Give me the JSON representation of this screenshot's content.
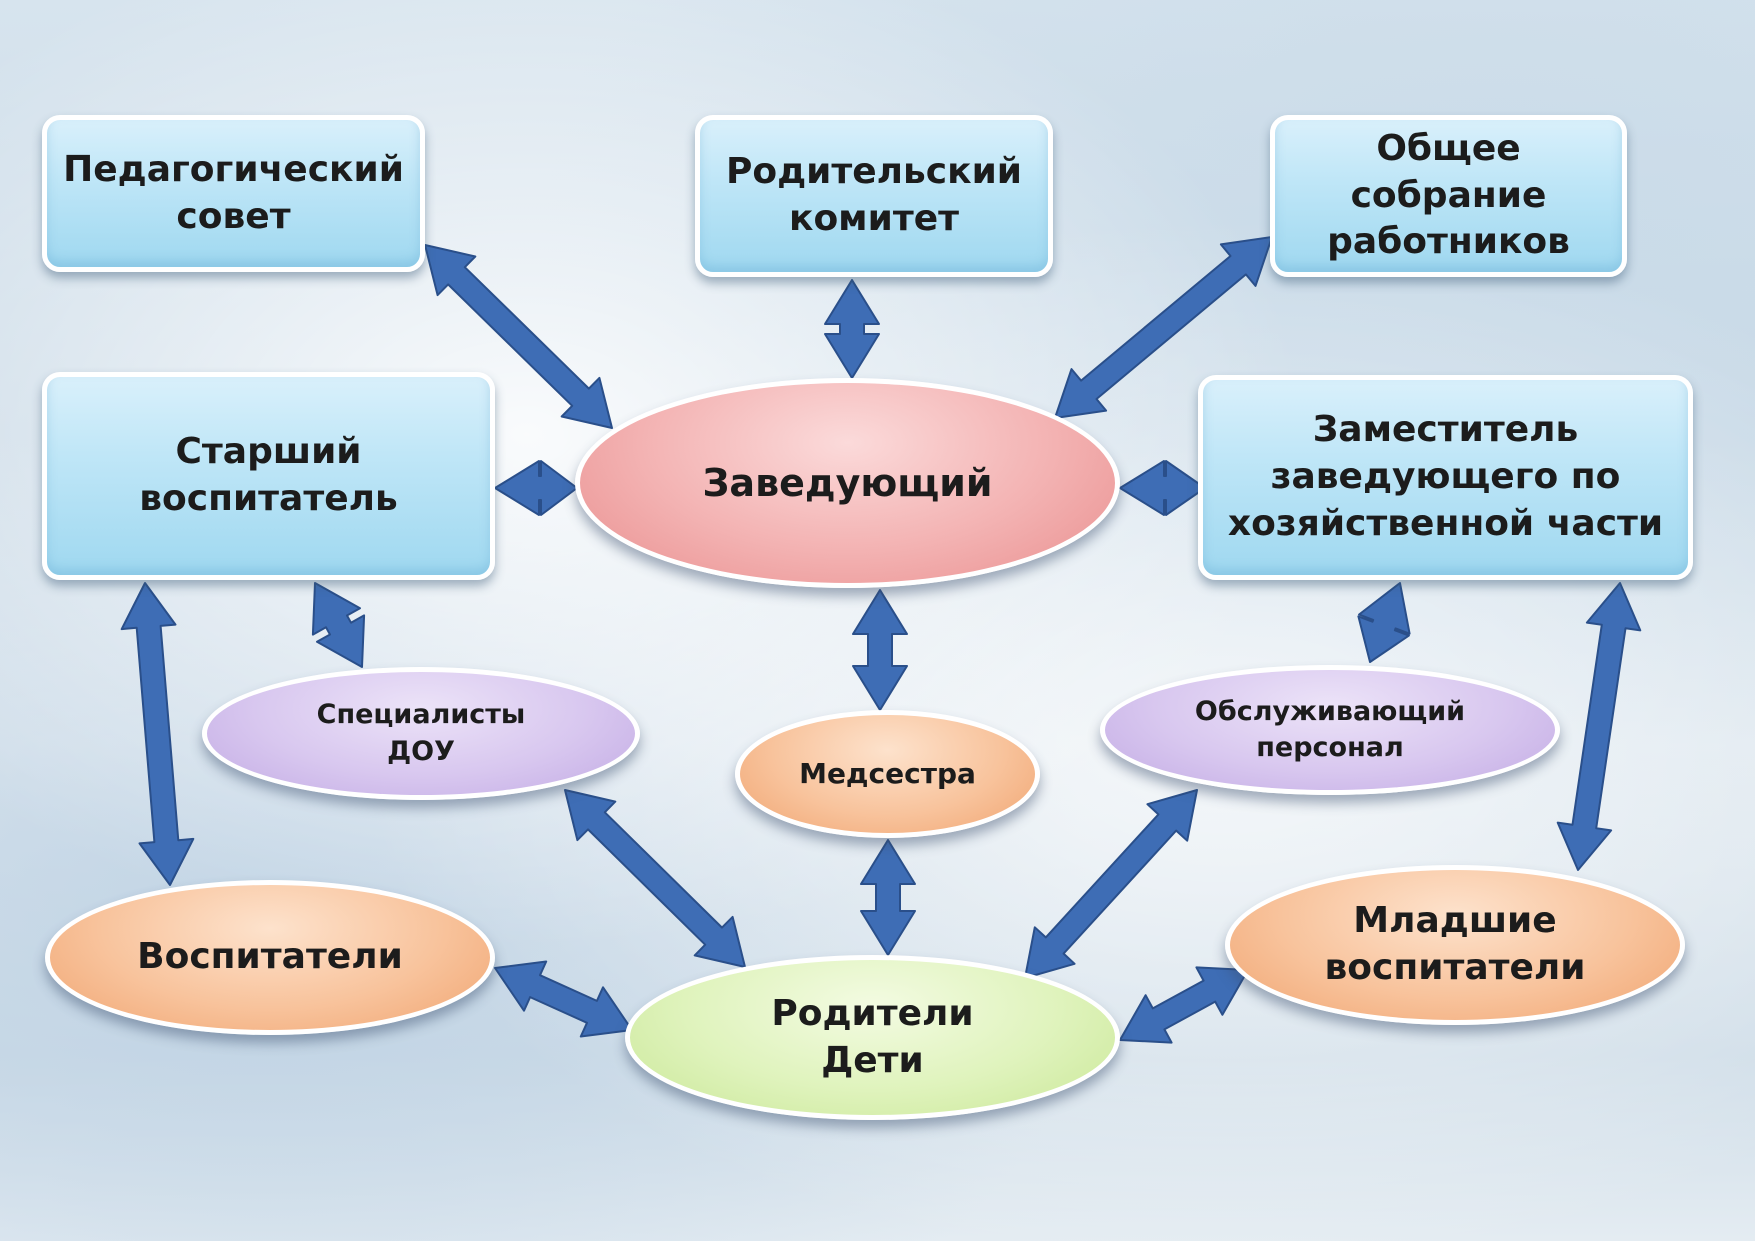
{
  "colors": {
    "arrow": "#3e6db5",
    "arrow_edge": "#2a4f8a",
    "box_fill": "#bfe6f7",
    "head_fill": "#f3b2b2",
    "specialist_fill": "#d8c7ef",
    "staff_fill": "#f8c39c",
    "family_fill": "#dff3bc"
  },
  "nodes": {
    "ped_council": "Педагогический\nсовет",
    "parent_committee": "Родительский\nкомитет",
    "general_meeting": "Общее\nсобрание\nработников",
    "senior_educator": "Старший\nвоспитатель",
    "head": "Заведующий",
    "deputy": "Заместитель\nзаведующего по\nхозяйственной части",
    "specialists": "Специалисты\nДОУ",
    "nurse": "Медсестра",
    "service_staff": "Обслуживающий\nперсонал",
    "educators": "Воспитатели",
    "junior_educators": "Младшие\nвоспитатели",
    "parents_children": "Родители\nДети"
  },
  "connections": [
    [
      "ped_council",
      "head"
    ],
    [
      "parent_committee",
      "head"
    ],
    [
      "general_meeting",
      "head"
    ],
    [
      "senior_educator",
      "head"
    ],
    [
      "head",
      "deputy"
    ],
    [
      "head",
      "nurse"
    ],
    [
      "senior_educator",
      "specialists"
    ],
    [
      "senior_educator",
      "educators"
    ],
    [
      "deputy",
      "service_staff"
    ],
    [
      "deputy",
      "junior_educators"
    ],
    [
      "specialists",
      "parents_children"
    ],
    [
      "nurse",
      "parents_children"
    ],
    [
      "service_staff",
      "parents_children"
    ],
    [
      "educators",
      "parents_children"
    ],
    [
      "junior_educators",
      "parents_children"
    ]
  ]
}
